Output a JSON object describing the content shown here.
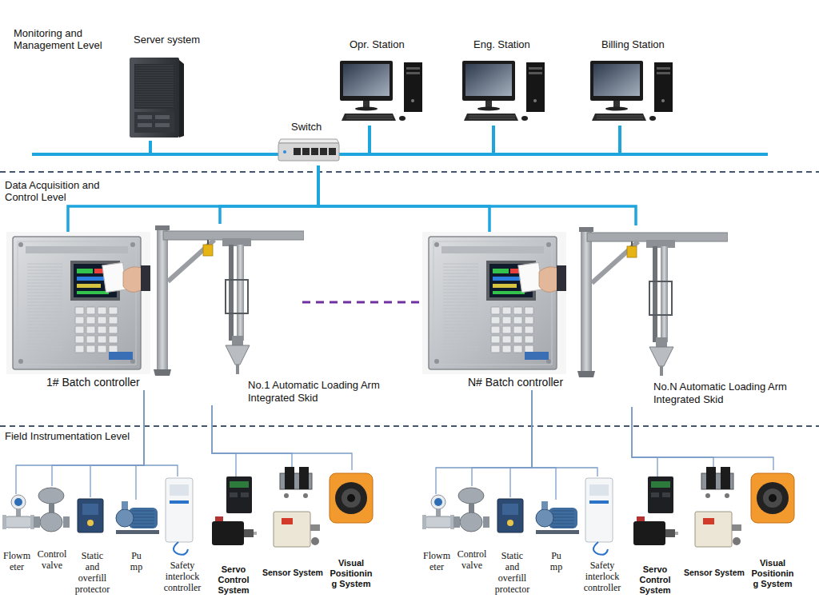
{
  "diagram": {
    "nodes": [
      {
        "text": [
          "Server system"
        ]
      },
      {
        "text": [
          "Switch"
        ]
      },
      {
        "text": [
          "Opr. Station"
        ]
      },
      {
        "text": [
          "Eng. Station"
        ]
      },
      {
        "text": [
          "Billing Station"
        ]
      },
      {
        "text": [
          "1# Batch controller"
        ]
      },
      {
        "text": [
          "No.1 Automatic Loading Arm Integrated Skid"
        ]
      },
      {
        "text": [
          "N# Batch controller"
        ]
      },
      {
        "text": [
          "No.N Automatic Loading Arm Integrated Skid"
        ]
      },
      {
        "text": [
          "Flowmeter"
        ]
      },
      {
        "text": [
          "Control valve"
        ]
      },
      {
        "text": [
          "Static and overfill protector"
        ]
      },
      {
        "text": [
          "Pump"
        ]
      },
      {
        "text": [
          "Safety interlock controller"
        ]
      },
      {
        "text": [
          "Servo Control System"
        ]
      },
      {
        "text": [
          "Sensor System"
        ]
      },
      {
        "text": [
          "Visual Positioning System"
        ]
      },
      {
        "text": [
          "Flowmeter"
        ]
      },
      {
        "text": [
          "Control valve"
        ]
      },
      {
        "text": [
          "Static and overfill protector"
        ]
      },
      {
        "text": [
          "Pump"
        ]
      },
      {
        "text": [
          "Safety interlock controller"
        ]
      },
      {
        "text": [
          "Servo Control System"
        ]
      },
      {
        "text": [
          "Sensor System"
        ]
      },
      {
        "text": [
          "Visual Positioning System"
        ]
      }
    ],
    "edges": [
      {
        "from": 0,
        "to": 1,
        "arrow": "none"
      },
      {
        "from": 2,
        "to": 1,
        "arrow": "none"
      },
      {
        "from": 3,
        "to": 1,
        "arrow": "none"
      },
      {
        "from": 4,
        "to": 1,
        "arrow": "none"
      },
      {
        "from": 1,
        "to": 5,
        "arrow": "none"
      },
      {
        "from": 1,
        "to": 6,
        "arrow": "none"
      },
      {
        "from": 1,
        "to": 7,
        "arrow": "none"
      },
      {
        "from": 1,
        "to": 8,
        "arrow": "none"
      },
      {
        "from": 5,
        "to": 9,
        "arrow": "none"
      },
      {
        "from": 5,
        "to": 10,
        "arrow": "none"
      },
      {
        "from": 5,
        "to": 11,
        "arrow": "none"
      },
      {
        "from": 5,
        "to": 12,
        "arrow": "none"
      },
      {
        "from": 5,
        "to": 13,
        "arrow": "none"
      },
      {
        "from": 6,
        "to": 14,
        "arrow": "none"
      },
      {
        "from": 6,
        "to": 15,
        "arrow": "none"
      },
      {
        "from": 6,
        "to": 16,
        "arrow": "none"
      },
      {
        "from": 7,
        "to": 17,
        "arrow": "none"
      },
      {
        "from": 7,
        "to": 18,
        "arrow": "none"
      },
      {
        "from": 7,
        "to": 19,
        "arrow": "none"
      },
      {
        "from": 7,
        "to": 20,
        "arrow": "none"
      },
      {
        "from": 7,
        "to": 21,
        "arrow": "none"
      },
      {
        "from": 8,
        "to": 22,
        "arrow": "none"
      },
      {
        "from": 8,
        "to": 23,
        "arrow": "none"
      },
      {
        "from": 8,
        "to": 24,
        "arrow": "none"
      }
    ],
    "labels": [
      "Monitoring and Management Level",
      "Data Acquisition and Control Level",
      "Field Instrumentation Level"
    ]
  }
}
